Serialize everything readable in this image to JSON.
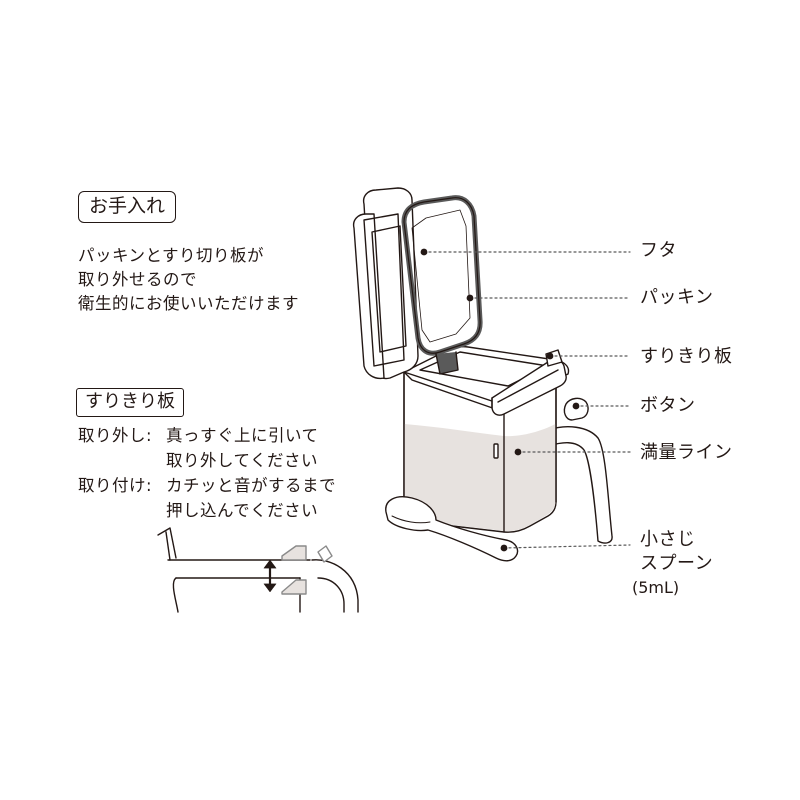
{
  "care": {
    "title": "お手入れ",
    "lines": [
      "パッキンとすり切り板が",
      "取り外せるので",
      "衛生的にお使いいただけます"
    ]
  },
  "blade": {
    "title": "すりきり板",
    "remove_label": "取り外し:",
    "remove_lines": [
      "真っすぐ上に引いて",
      "取り外してください"
    ],
    "attach_label": "取り付け:",
    "attach_lines": [
      "カチッと音がするまで",
      "押し込んでください"
    ]
  },
  "parts": {
    "lid": "フタ",
    "gasket": "パッキン",
    "blade": "すりきり板",
    "button": "ボタン",
    "full_line": "満量ライン",
    "spoon_line1": "小さじ",
    "spoon_line2": "スプーン",
    "spoon_volume": "(5mL)"
  },
  "colors": {
    "stroke": "#231815",
    "fill_gray": "#e7e2df",
    "gasket": "#5a5a5a",
    "guide": "#5a5a5a"
  }
}
